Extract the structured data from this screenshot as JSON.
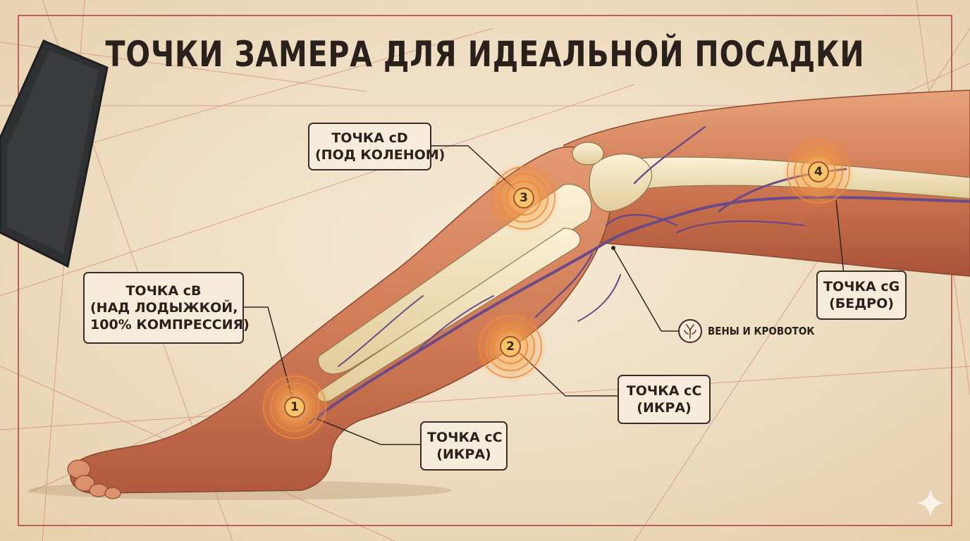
{
  "title": "ТОЧКИ ЗАМЕРА ДЛЯ ИДЕАЛЬНОЙ ПОСАДКИ",
  "colors": {
    "background": "#f1e3cc",
    "frame": "#b3453c",
    "skin": "#d9875f",
    "bone": "#f3e3bd",
    "vein": "#6c4a86",
    "marker": "#f2a53f",
    "ink": "#2a211c"
  },
  "markers": [
    {
      "number": "1"
    },
    {
      "number": "2"
    },
    {
      "number": "3"
    },
    {
      "number": "4"
    }
  ],
  "callouts": {
    "cb": [
      "ТОЧКА cB",
      "(НАД ЛОДЫЖКОЙ,",
      "100% КОМПРЕССИЯ)"
    ],
    "cd": [
      "ТОЧКА cD",
      "(ПОД КОЛЕНОМ)"
    ],
    "cc_calf": [
      "ТОЧКА cC",
      "(ИКРА)"
    ],
    "cc_ankle": [
      "ТОЧКА cC",
      "(ИКРА)"
    ],
    "cg": [
      "ТОЧКА cG",
      "(БЕДРО)"
    ]
  },
  "legend": {
    "icon": "veins-icon",
    "label": "ВЕНЫ И КРОВОТОК"
  },
  "icons": {
    "corner": "sparkle-icon"
  }
}
